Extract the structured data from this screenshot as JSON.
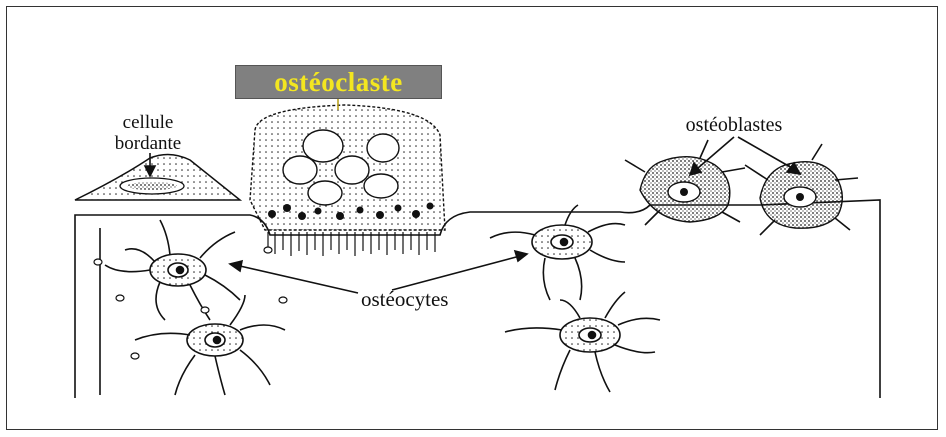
{
  "labels": {
    "osteoclast": "ostéoclaste",
    "lining_cell_line1": "cellule",
    "lining_cell_line2": "bordante",
    "osteoblasts": "ostéoblastes",
    "osteocytes": "ostéocytes"
  },
  "colors": {
    "title_bg": "#808080",
    "title_text": "#f3e620",
    "ink": "#111111"
  }
}
